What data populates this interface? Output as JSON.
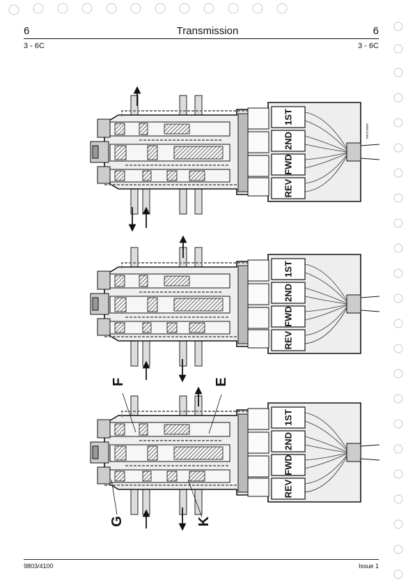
{
  "header": {
    "section_left": "6",
    "title": "Transmission",
    "section_right": "6",
    "page_left": "3 - 6C",
    "page_right": "3 - 6C"
  },
  "footer": {
    "doc_number": "9803/4100",
    "issue": "Issue 1"
  },
  "figure": {
    "ref": "S030147361",
    "solenoid_labels": [
      "REV",
      "FWD",
      "2ND",
      "1ST"
    ],
    "callouts": [
      "F",
      "E",
      "G",
      "K"
    ]
  }
}
